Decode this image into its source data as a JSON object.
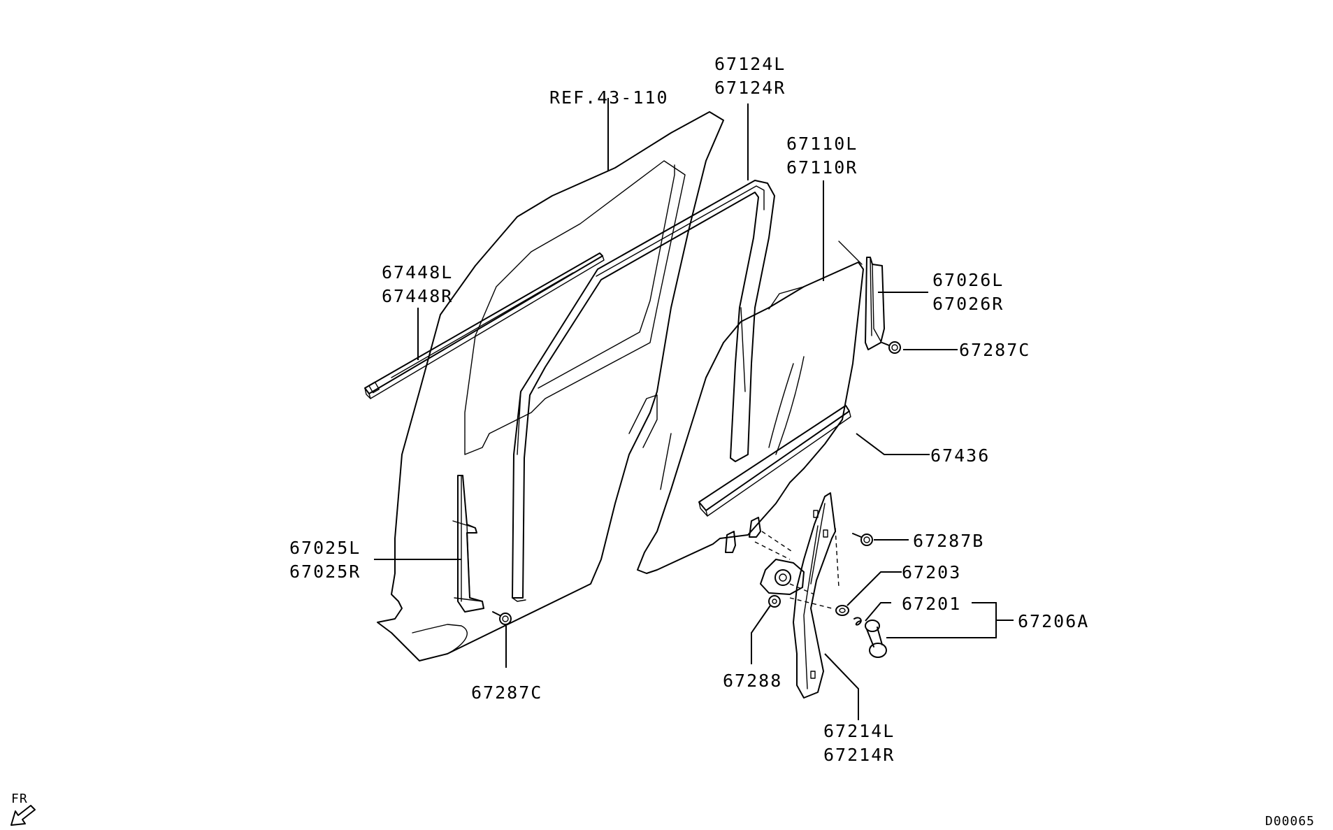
{
  "diagram": {
    "ref": "REF.43-110",
    "corner_code": "D00065",
    "direction": "FR",
    "labels": {
      "p67124L": "67124L",
      "p67124R": "67124R",
      "p67110L": "67110L",
      "p67110R": "67110R",
      "p67448L": "67448L",
      "p67448R": "67448R",
      "p67026L": "67026L",
      "p67026R": "67026R",
      "p67287C_top": "67287C",
      "p67436": "67436",
      "p67287B": "67287B",
      "p67025L": "67025L",
      "p67025R": "67025R",
      "p67203": "67203",
      "p67201": "67201",
      "p67206A": "67206A",
      "p67288": "67288",
      "p67287C_bottom": "67287C",
      "p67214L": "67214L",
      "p67214R": "67214R"
    }
  }
}
